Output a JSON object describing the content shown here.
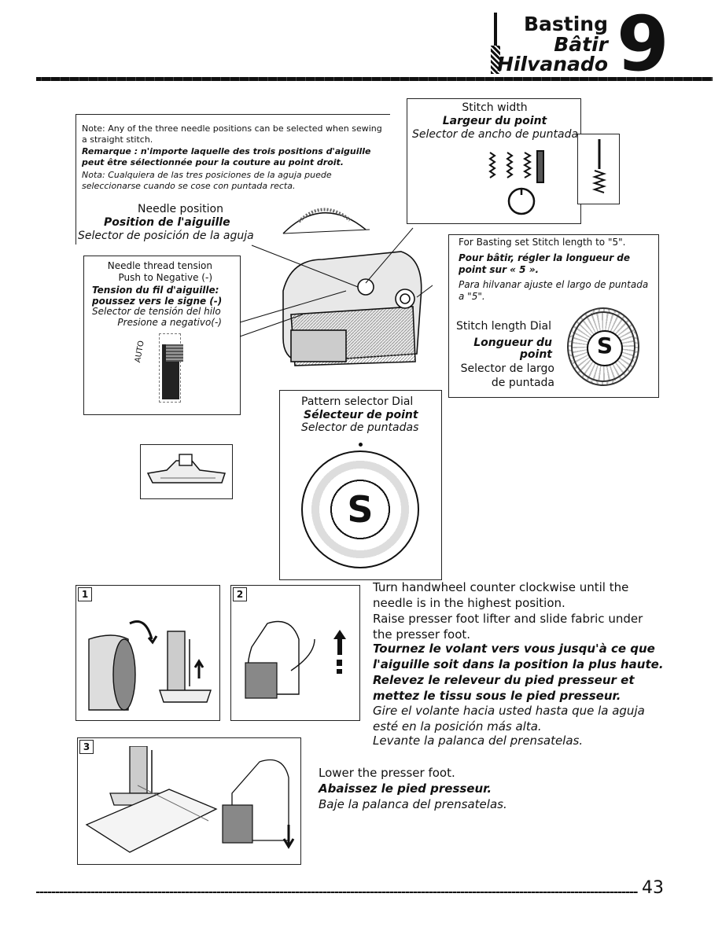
{
  "header": {
    "title_en": "Basting",
    "title_fr": "Bâtir",
    "title_es": "Hilvanado",
    "chapter_number": "9"
  },
  "note_box": {
    "en": "Note: Any of the three needle positions can be selected when sewing a straight stitch.",
    "fr": "Remarque : n'importe laquelle des trois positions d'aiguille peut être sélectionnée pour la couture au point droit.",
    "es": "Nota: Cualquiera de las tres posiciones de la aguja puede seleccionarse cuando se cose con puntada recta."
  },
  "needle_position": {
    "en": "Needle position",
    "fr": "Position de l'aiguille",
    "es": "Selector de posición de la aguja"
  },
  "stitch_width": {
    "en": "Stitch width",
    "fr": "Largeur du point",
    "es": "Selector de ancho de puntada"
  },
  "tension": {
    "en1": "Needle thread tension",
    "en2": "Push to Negative (-)",
    "fr1": "Tension du fil d'aiguille:",
    "fr2": "poussez vers le signe (-)",
    "es1": "Selector de tensión del hilo",
    "es2": "Presione a negativo(-)",
    "auto_label": "AUTO"
  },
  "stitch_length": {
    "en_note": "For Basting set Stitch length to \"5\".",
    "fr_note": "Pour bâtir, régler la longueur de point sur « 5 ».",
    "es_note": "Para hilvanar ajuste el largo de puntada a \"5\".",
    "dial_en": "Stitch length Dial",
    "dial_fr1": "Longueur du",
    "dial_fr2": "point",
    "dial_es1": "Selector de largo",
    "dial_es2": "de puntada",
    "dial_letter": "S"
  },
  "pattern": {
    "en": "Pattern selector Dial",
    "fr": "Sélecteur de point",
    "es": "Selector de puntadas",
    "dial_letter": "S"
  },
  "steps": {
    "n1": "1",
    "n2": "2",
    "n3": "3",
    "step12_en1": "Turn handwheel counter clockwise until the needle is in the highest position.",
    "step12_en2": "Raise presser foot lifter and slide fabric under the presser foot.",
    "step12_fr1": "Tournez le volant vers vous jusqu'à ce que l'aiguille soit dans la position la plus haute.",
    "step12_fr2": "Relevez le releveur du pied presseur et mettez le tissu sous le pied presseur.",
    "step12_es1": "Gire el volante hacia usted hasta que la aguja esté en la posición más alta.",
    "step12_es2": "Levante la palanca del prensatelas.",
    "step3_en": "Lower the presser foot.",
    "step3_fr": "Abaissez le pied presseur.",
    "step3_es": "Baje la palanca del prensatelas."
  },
  "footer": {
    "page_number": "43"
  }
}
